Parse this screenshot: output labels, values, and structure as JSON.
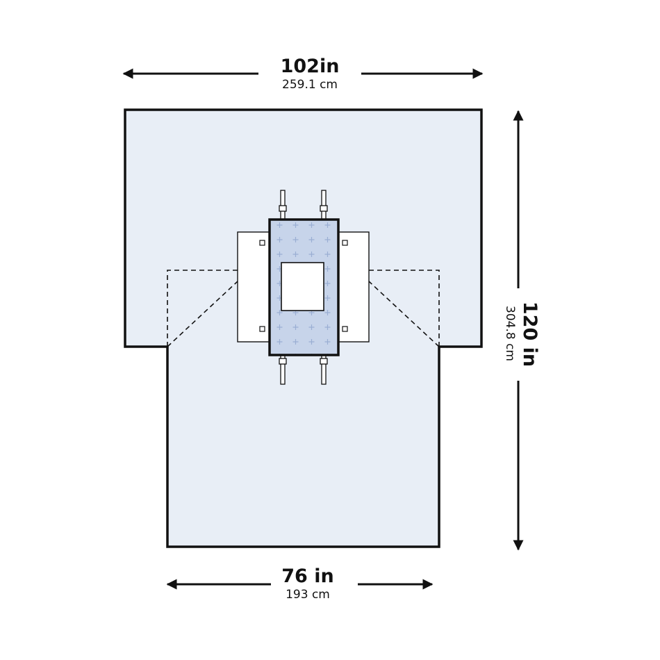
{
  "dimensions": {
    "top": {
      "primary": "102in",
      "secondary": "259.1 cm"
    },
    "right": {
      "primary": "120 in",
      "secondary": "304.8 cm"
    },
    "bottom": {
      "primary": "76 in",
      "secondary": "193 cm"
    }
  },
  "colors": {
    "drape_fill": "#e8eef6",
    "fenestration_panel": "#c7d4ea",
    "panel_cross": "#9aaed3",
    "outline": "#111111",
    "wing_fill": "#ffffff"
  }
}
